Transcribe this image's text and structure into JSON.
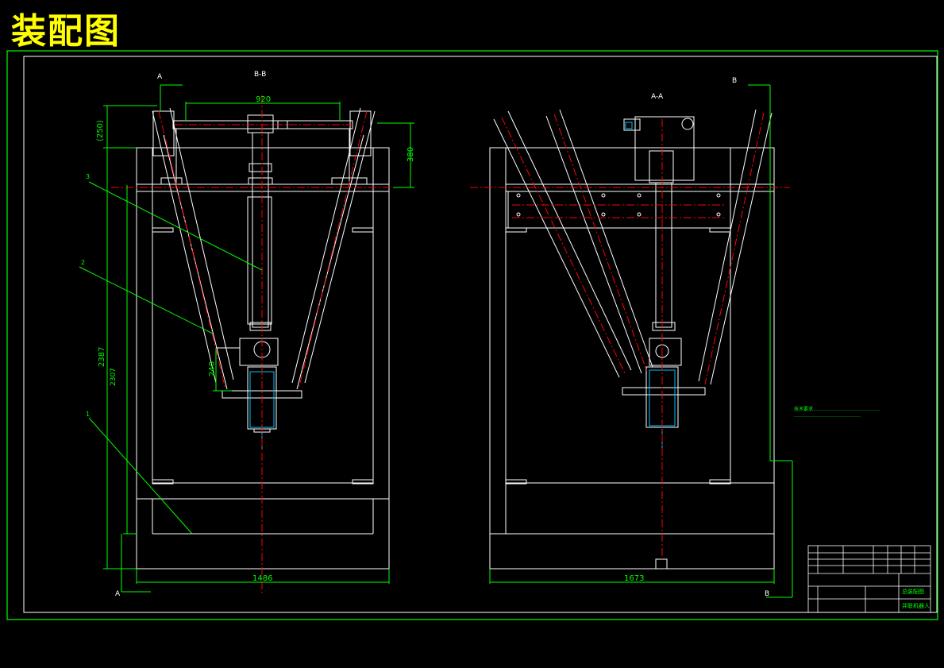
{
  "title": "装配图",
  "colors": {
    "background": "#000000",
    "frame": "#00ff00",
    "outline": "#ffffff",
    "centerline": "#ff0000",
    "dimension": "#00ff00",
    "title_text": "#ffff00",
    "hidden": "#00bfff"
  },
  "left_view": {
    "section_label": "B-B",
    "cut_marker_top": "A",
    "cut_marker_bottom": "A",
    "dimensions": {
      "top_width": "920",
      "overall_height_bracket": "(250)",
      "right_height": "380",
      "total_height": "2387",
      "inner_height": "2307",
      "effector_height": "240",
      "base_width": "1486"
    },
    "callouts": [
      "3",
      "2",
      "1"
    ]
  },
  "right_view": {
    "section_label": "A-A",
    "cut_marker_top": "B",
    "cut_marker_bottom": "B",
    "dimensions": {
      "base_width": "1673"
    }
  },
  "technical_notes": {
    "line1": "技术要求……………………………………",
    "line2": "……………………………………"
  },
  "title_block": {
    "drawing_name": "总装配图",
    "project_name": "并联机器人"
  }
}
